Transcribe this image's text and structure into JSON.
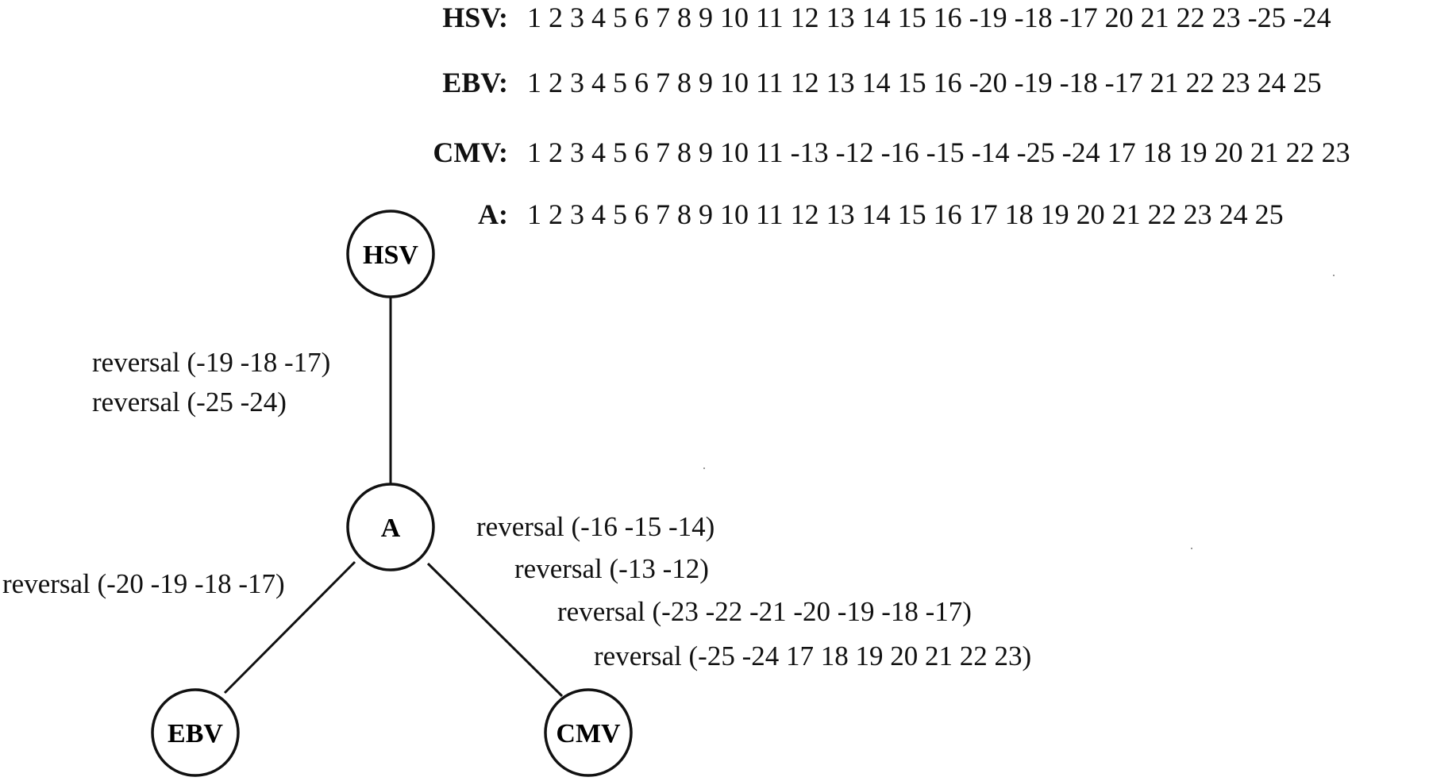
{
  "sequences": [
    {
      "label": "HSV:",
      "values": "1 2 3 4 5 6 7 8 9 10 11 12 13 14 15 16 -19 -18 -17 20 21 22 23 -25 -24"
    },
    {
      "label": "EBV:",
      "values": "1 2 3 4 5 6 7 8 9 10 11 12 13 14 15 16 -20 -19 -18 -17 21 22 23 24 25"
    },
    {
      "label": "CMV:",
      "values": "1 2 3 4 5 6 7 8 9 10 11 -13 -12 -16 -15 -14 -25 -24 17 18 19 20 21 22 23"
    },
    {
      "label": "A:",
      "values": "1 2 3 4 5 6 7 8 9 10 11 12 13 14 15 16 17 18 19 20 21 22 23 24 25"
    }
  ],
  "nodes": {
    "hsv": "HSV",
    "a": "A",
    "ebv": "EBV",
    "cmv": "CMV"
  },
  "edges": {
    "hsv_a": [
      "reversal (-19 -18 -17)",
      "reversal (-25 -24)"
    ],
    "a_ebv": [
      "reversal (-20 -19 -18 -17)"
    ],
    "a_cmv": [
      "reversal (-16 -15 -14)",
      "reversal (-13 -12)",
      "reversal (-23 -22 -21 -20 -19 -18 -17)",
      "reversal (-25 -24 17 18 19 20 21 22 23)"
    ]
  }
}
